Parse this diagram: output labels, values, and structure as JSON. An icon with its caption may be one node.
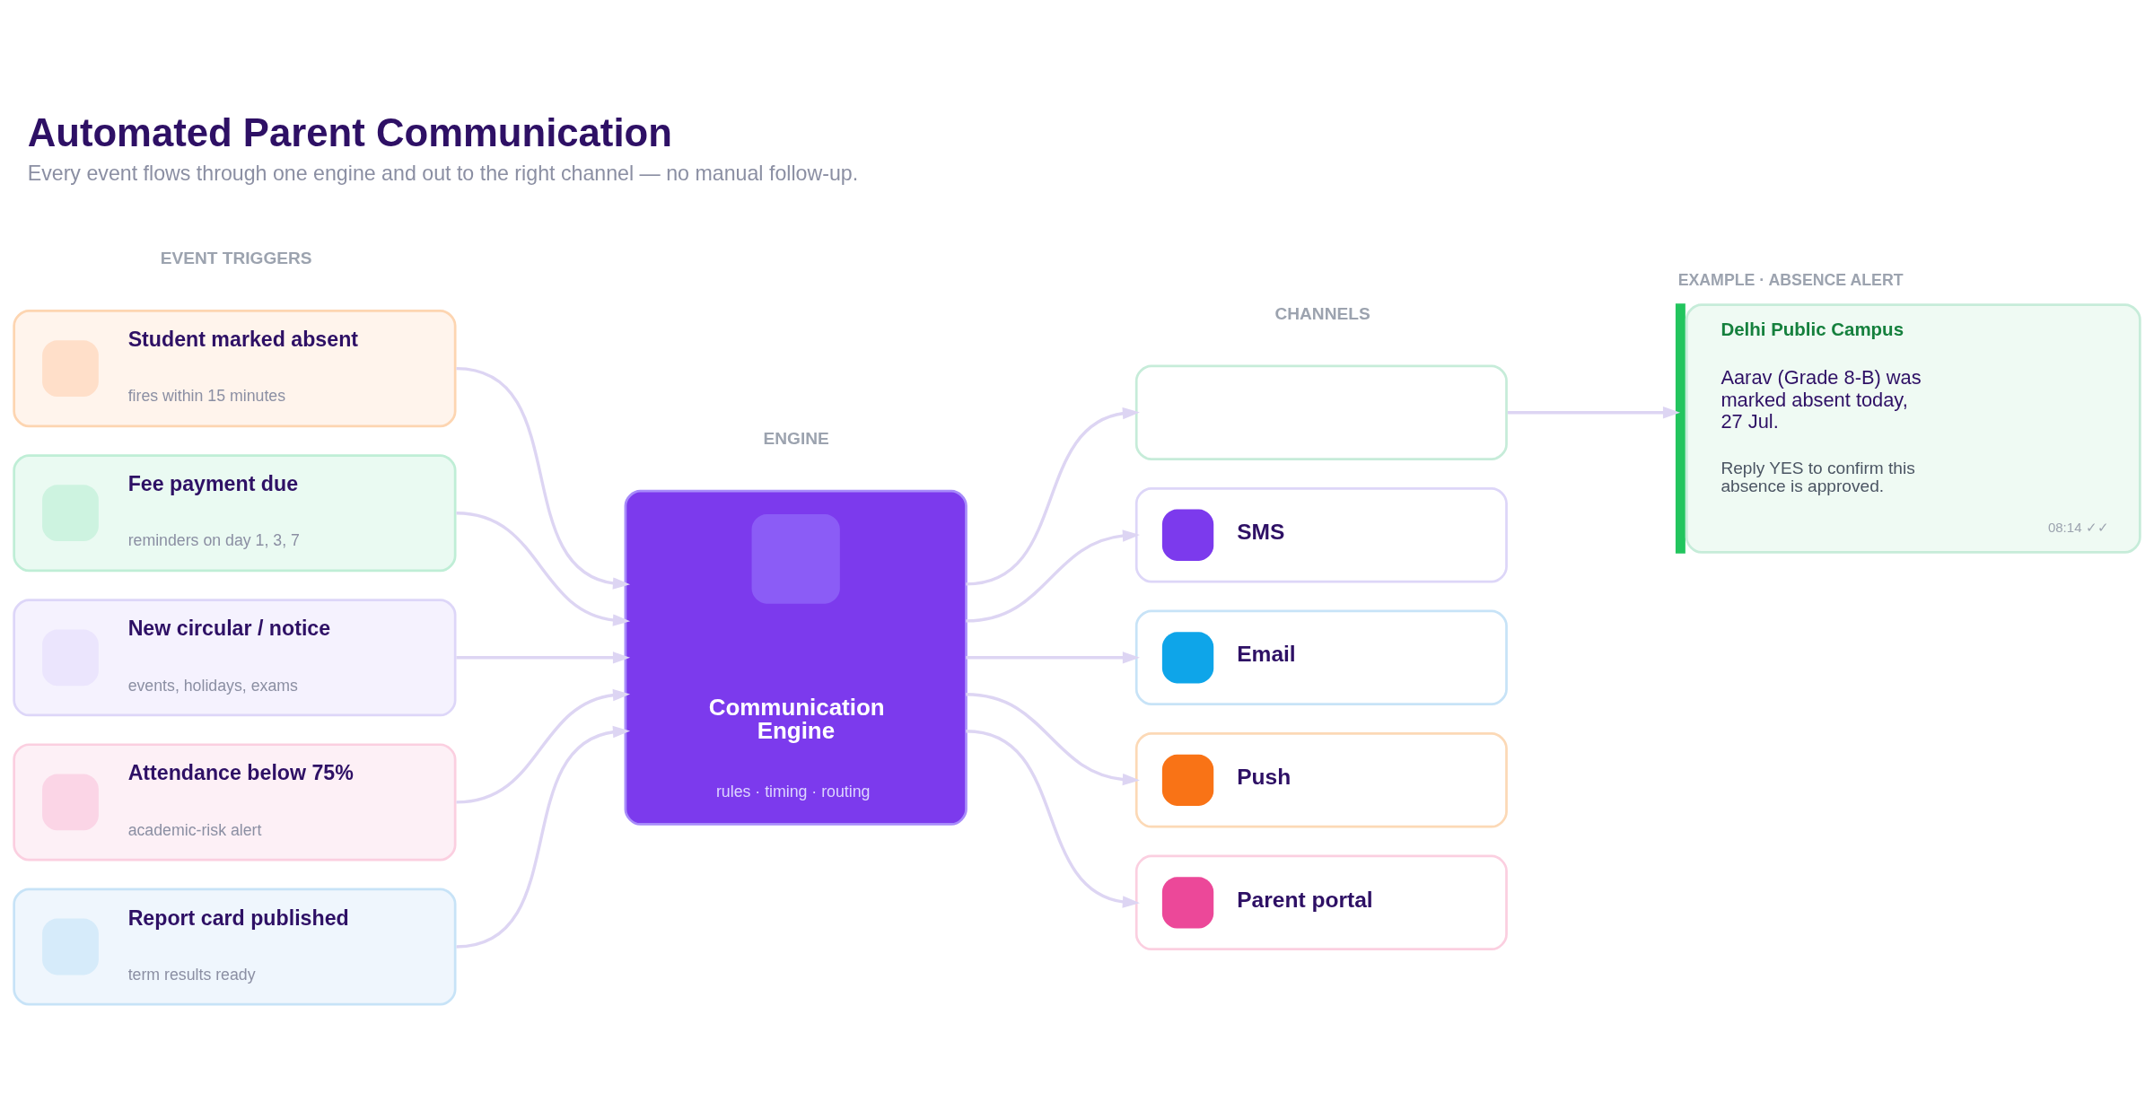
{
  "diagram": {
    "title": "Automated Parent Communication",
    "caption": "Every event flows through one engine and out to the right channel — no manual follow-up.",
    "nodes": [
      {
        "text": [
          "Student marked absent",
          "fires within 15 minutes"
        ]
      },
      {
        "text": [
          "Fee payment due",
          "reminders on day 1, 3, 7"
        ]
      },
      {
        "text": [
          "New circular / notice",
          "events, holidays, exams"
        ]
      },
      {
        "text": [
          "Attendance below 75%",
          "academic-risk alert"
        ]
      },
      {
        "text": [
          "Report card published",
          "term results ready"
        ]
      },
      {
        "text": [
          "Communication Engine",
          "rules · timing · routing"
        ]
      },
      {
        "text": [],
        "shape": "box"
      },
      {
        "text": [
          "SMS"
        ]
      },
      {
        "text": [
          "Email"
        ]
      },
      {
        "text": [
          "Push"
        ]
      },
      {
        "text": [
          "Parent portal"
        ]
      },
      {
        "text": [
          "EXAMPLE · ABSENCE ALERT",
          "Delhi Public Campus",
          "Aarav (Grade 8-B) was marked absent today, 27 Jul.",
          "Reply YES to confirm this absence is approved.",
          "08:14 ✓✓"
        ]
      }
    ],
    "edges": [
      {
        "from": 0,
        "to": 5,
        "arrow": "to"
      },
      {
        "from": 1,
        "to": 5,
        "arrow": "to"
      },
      {
        "from": 2,
        "to": 5,
        "arrow": "to"
      },
      {
        "from": 3,
        "to": 5,
        "arrow": "to"
      },
      {
        "from": 4,
        "to": 5,
        "arrow": "to"
      },
      {
        "from": 5,
        "to": 6,
        "arrow": "to"
      },
      {
        "from": 5,
        "to": 7,
        "arrow": "to"
      },
      {
        "from": 5,
        "to": 8,
        "arrow": "to"
      },
      {
        "from": 5,
        "to": 9,
        "arrow": "to"
      },
      {
        "from": 5,
        "to": 10,
        "arrow": "to"
      },
      {
        "from": 6,
        "to": 11,
        "arrow": "to"
      }
    ],
    "labels": [
      "EVENT TRIGGERS",
      "ENGINE",
      "CHANNELS"
    ]
  }
}
